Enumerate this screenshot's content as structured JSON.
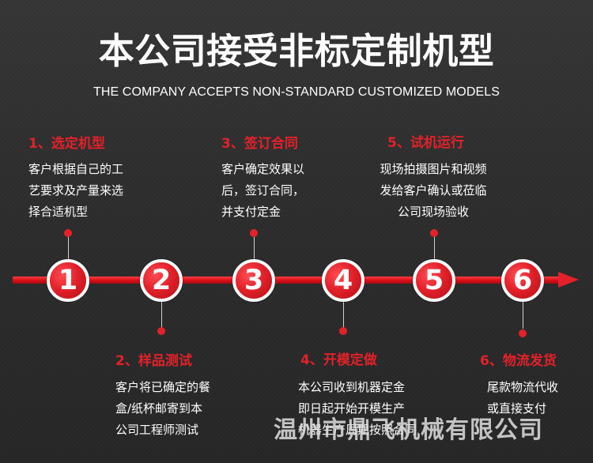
{
  "title": "本公司接受非标定制机型",
  "subtitle": "THE COMPANY ACCEPTS NON-STANDARD CUSTOMIZED MODELS",
  "colors": {
    "accent": "#e3212a",
    "background": "#2f2f2f",
    "text": "#ffffff"
  },
  "steps": [
    {
      "number": "1",
      "title": "1、选定机型",
      "desc": "客户根据自己的工\n艺要求及产量来选\n择合适机型"
    },
    {
      "number": "2",
      "title": "2、样品测试",
      "desc": "客户将已确定的餐\n盒/纸杯邮寄到本\n公司工程师测试"
    },
    {
      "number": "3",
      "title": "3、签订合同",
      "desc": "客户确定效果以\n后，签订合同，\n并支付定金"
    },
    {
      "number": "4",
      "title": "4、开模定做",
      "desc": "本公司收到机器定金\n即日起开始开模生产\n机器生产周期按照合同"
    },
    {
      "number": "5",
      "title": "5、试机运行",
      "desc": "现场拍摄图片和视频\n发给客户确认或莅临\n公司现场验收"
    },
    {
      "number": "6",
      "title": "6、物流发货",
      "desc": "尾款物流代收\n或直接支付"
    }
  ],
  "watermark": "温州市鼎飞机械有限公司"
}
